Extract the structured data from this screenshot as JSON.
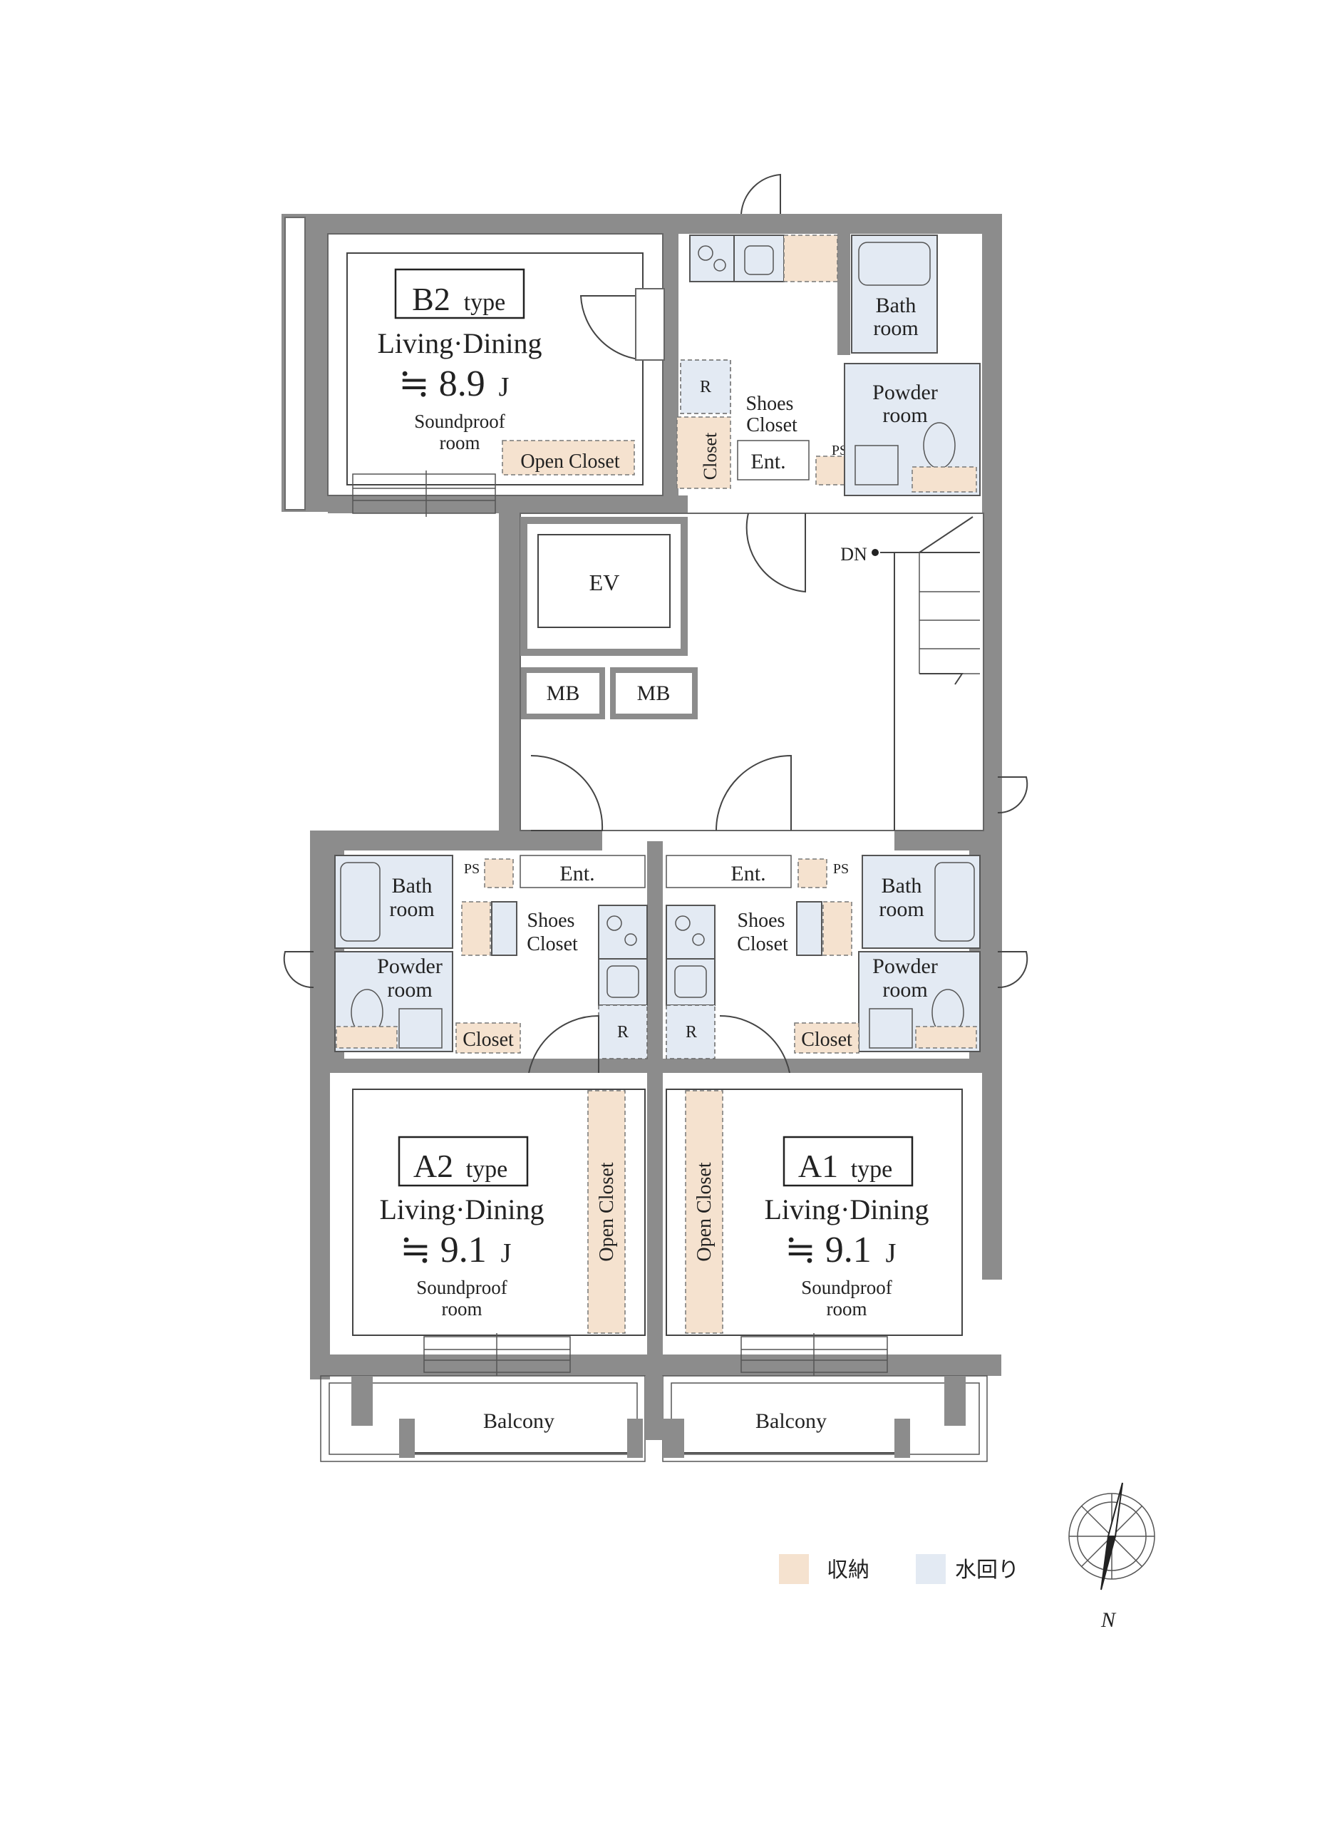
{
  "units": {
    "b2": {
      "type_letter": "B2",
      "type_suffix": "type",
      "room_name": "Living·Dining",
      "area": "≒ 8.9",
      "area_unit": "J",
      "note_line1": "Soundproof",
      "note_line2": "room",
      "open_closet": "Open Closet",
      "bath_line1": "Bath",
      "bath_line2": "room",
      "powder_line1": "Powder",
      "powder_line2": "room",
      "shoes_line1": "Shoes",
      "shoes_line2": "Closet",
      "closet": "Closet",
      "entrance": "Ent.",
      "ps": "PS",
      "fridge": "R"
    },
    "a2": {
      "type_letter": "A2",
      "type_suffix": "type",
      "room_name": "Living·Dining",
      "area": "≒ 9.1",
      "area_unit": "J",
      "note_line1": "Soundproof",
      "note_line2": "room",
      "open_closet": "Open Closet",
      "bath_line1": "Bath",
      "bath_line2": "room",
      "powder_line1": "Powder",
      "powder_line2": "room",
      "shoes_line1": "Shoes",
      "shoes_line2": "Closet",
      "closet": "Closet",
      "entrance": "Ent.",
      "ps": "PS",
      "fridge": "R",
      "balcony": "Balcony"
    },
    "a1": {
      "type_letter": "A1",
      "type_suffix": "type",
      "room_name": "Living·Dining",
      "area": "≒ 9.1",
      "area_unit": "J",
      "note_line1": "Soundproof",
      "note_line2": "room",
      "open_closet": "Open Closet",
      "bath_line1": "Bath",
      "bath_line2": "room",
      "powder_line1": "Powder",
      "powder_line2": "room",
      "shoes_line1": "Shoes",
      "shoes_line2": "Closet",
      "closet": "Closet",
      "entrance": "Ent.",
      "ps": "PS",
      "fridge": "R",
      "balcony": "Balcony"
    }
  },
  "common": {
    "elevator": "EV",
    "meter_box_1": "MB",
    "meter_box_2": "MB",
    "stairs_down": "DN"
  },
  "legend": {
    "storage": {
      "label": "収納",
      "color": "#f5e2cf"
    },
    "wet_area": {
      "label": "水回り",
      "color": "#e3eaf3"
    }
  },
  "compass": {
    "north": "N"
  },
  "colors": {
    "wall": "#8c8c8c",
    "storage": "#f5e2cf",
    "wet_area": "#e3eaf3"
  }
}
